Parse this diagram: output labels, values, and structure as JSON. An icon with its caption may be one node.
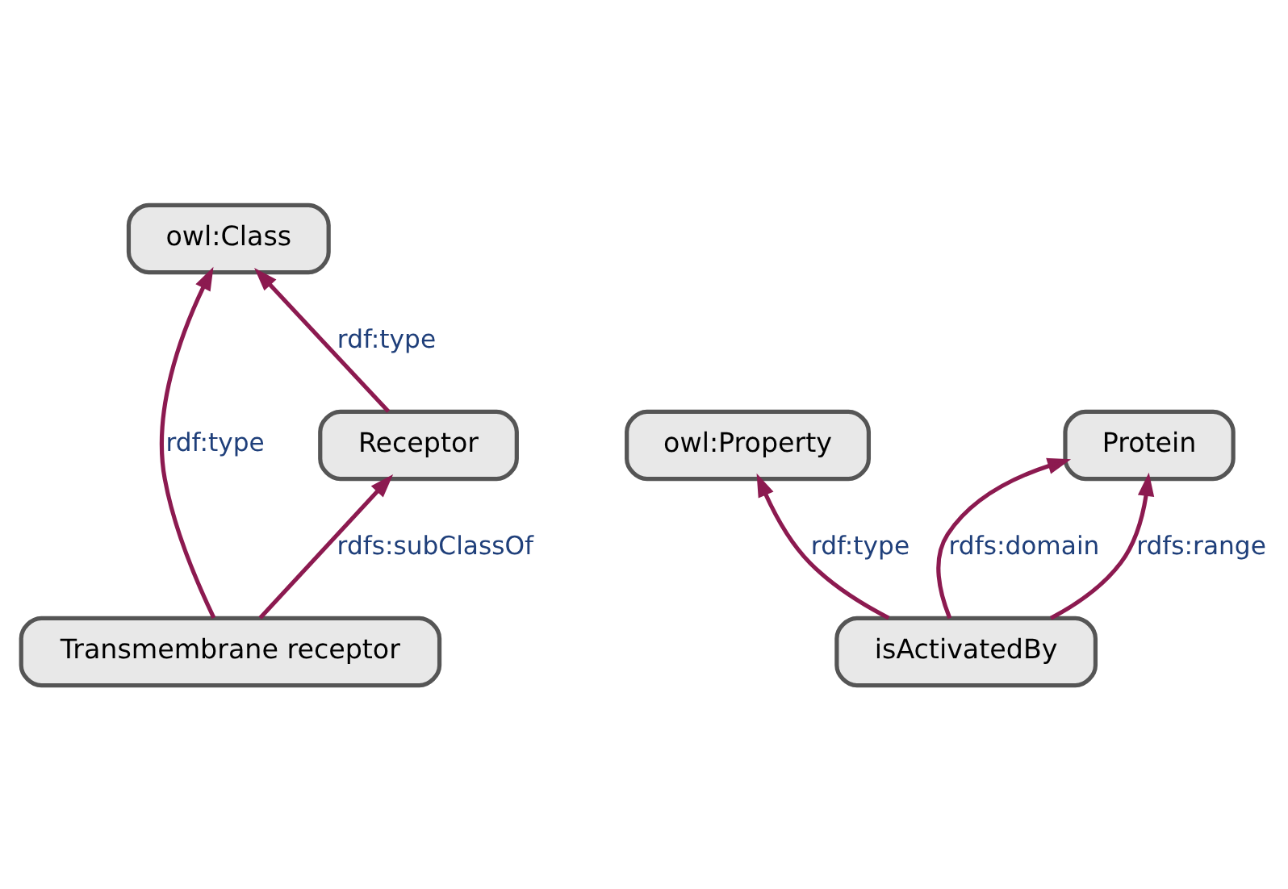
{
  "diagram": {
    "nodes": [
      {
        "text": [
          "owl:Class"
        ]
      },
      {
        "text": [
          "Receptor"
        ]
      },
      {
        "text": [
          "Transmembrane receptor"
        ]
      },
      {
        "text": [
          "owl:Property"
        ]
      },
      {
        "text": [
          "isActivatedBy"
        ]
      },
      {
        "text": [
          "Protein"
        ]
      }
    ],
    "edges": [
      {
        "from": 2,
        "to": 0,
        "arrow": "to",
        "label": "rdf:type"
      },
      {
        "from": 1,
        "to": 0,
        "arrow": "to",
        "label": "rdf:type"
      },
      {
        "from": 2,
        "to": 1,
        "arrow": "to",
        "label": "rdfs:subClassOf"
      },
      {
        "from": 4,
        "to": 3,
        "arrow": "to",
        "label": "rdf:type"
      },
      {
        "from": 4,
        "to": 5,
        "arrow": "to",
        "label": "rdfs:domain"
      },
      {
        "from": 4,
        "to": 5,
        "arrow": "to",
        "label": "rdfs:range"
      }
    ]
  }
}
